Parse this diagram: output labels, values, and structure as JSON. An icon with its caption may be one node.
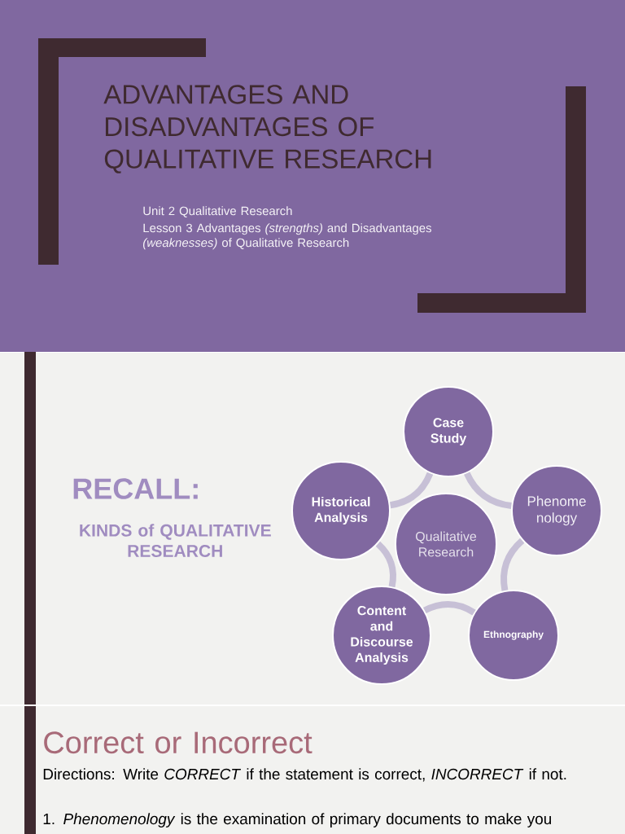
{
  "diagram": {
    "title": "ADVANTAGES AND DISADVANTAGES OF QUALITATIVE RESEARCH",
    "nodes": [
      {
        "text": [
          "Case Study"
        ]
      },
      {
        "text": [
          "Historical Analysis"
        ]
      },
      {
        "text": [
          "Qualitative Research"
        ]
      },
      {
        "text": [
          "Phenome nology"
        ]
      },
      {
        "text": [
          "Content and Discourse Analysis"
        ]
      },
      {
        "text": [
          "Ethnography"
        ]
      }
    ],
    "edges": [
      {
        "from": 0,
        "to": 3,
        "arrow": "none"
      },
      {
        "from": 3,
        "to": 5,
        "arrow": "none"
      },
      {
        "from": 5,
        "to": 4,
        "arrow": "none"
      },
      {
        "from": 4,
        "to": 1,
        "arrow": "none"
      },
      {
        "from": 1,
        "to": 0,
        "arrow": "none"
      }
    ],
    "labels": [
      "Unit 2 Qualitative Research",
      "Lesson 3 Advantages *(strengths)* and Disadvantages *(weaknesses)* of Qualitative Research",
      "RECALL:",
      "KINDS of QUALITATIVE RESEARCH",
      "Correct or Incorrect",
      "Directions: Write *CORRECT* if the statement is correct, *INCORRECT* if not.",
      "1. *Phenomenology* is the examination of primary documents to make you"
    ]
  }
}
